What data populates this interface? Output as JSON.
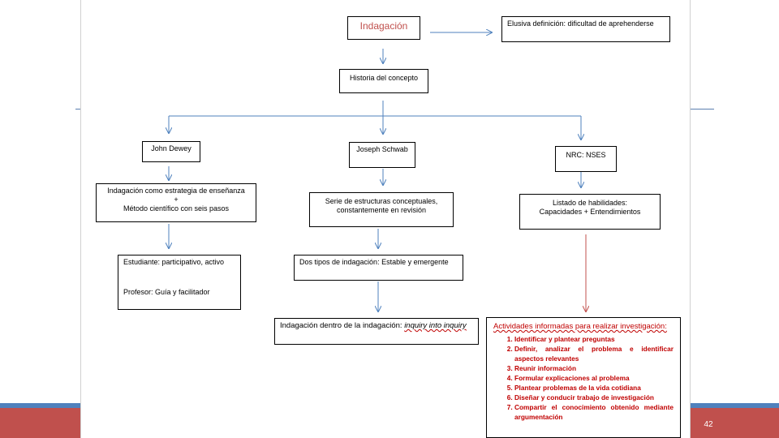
{
  "diagram": {
    "root": "Indagación",
    "definition": "Elusiva definición: dificultad de aprehenderse",
    "history": "Historia del concepto",
    "dewey": {
      "name": "John Dewey",
      "strategy_line1": "Indagación como estrategia de enseñanza",
      "strategy_plus": "+",
      "strategy_line2": "Método científico con seis pasos",
      "student": "Estudiante: participativo, activo",
      "teacher": "Profesor: Guía y facilitador"
    },
    "schwab": {
      "name": "Joseph Schwab",
      "series_line1": "Serie de estructuras conceptuales,",
      "series_line2": "constantemente en revisión",
      "types": "Dos tipos de indagación: Estable y emergente",
      "within_prefix": "Indagación dentro de la indagación: ",
      "within_en": "inquiry into inquiry"
    },
    "nrc": {
      "name": "NRC: NSES",
      "skills_line1": "Listado de habilidades:",
      "skills_line2": "Capacidades + Entendimientos",
      "activities_title": "Actividades informadas para realizar investigación:",
      "activities": [
        "Identificar y plantear preguntas",
        "Definir, analizar el problema e identificar aspectos relevantes",
        "Reunir información",
        "Formular explicaciones al problema",
        "Plantear problemas de la vida cotidiana",
        "Diseñar y conducir trabajo de investigación",
        "Compartir el conocimiento obtenido mediante argumentación"
      ]
    }
  },
  "slide": {
    "page_number": "42"
  },
  "colors": {
    "arrow_blue": "#4f81bd",
    "arrow_red": "#c0504d",
    "band_blue": "#4f81bd",
    "band_red": "#c0504d"
  }
}
